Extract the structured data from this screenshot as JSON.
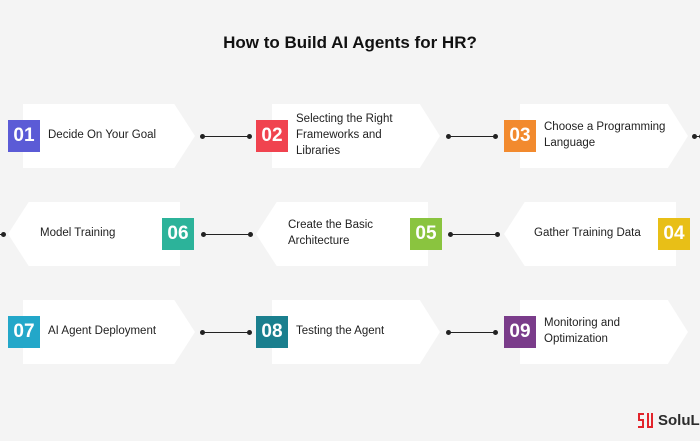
{
  "title": "How to Build AI Agents for HR?",
  "colors": {
    "step_01": "#5b5bd6",
    "step_02": "#f0434f",
    "step_03": "#f28a2e",
    "step_04": "#e8bf17",
    "step_05": "#8ac43f",
    "step_06": "#2cb39a",
    "step_07": "#23a7c9",
    "step_08": "#1a7f8e",
    "step_09": "#7a3c8a"
  },
  "steps": [
    {
      "number": "01",
      "label": "Decide On Your Goal"
    },
    {
      "number": "02",
      "label": "Selecting the Right Frameworks and Libraries"
    },
    {
      "number": "03",
      "label": "Choose a Programming Language"
    },
    {
      "number": "04",
      "label": "Gather Training Data"
    },
    {
      "number": "05",
      "label": "Create the Basic Architecture"
    },
    {
      "number": "06",
      "label": "Model Training"
    },
    {
      "number": "07",
      "label": "AI Agent Deployment"
    },
    {
      "number": "08",
      "label": "Testing the Agent"
    },
    {
      "number": "09",
      "label": "Monitoring and Optimization"
    }
  ],
  "logo": {
    "text": "SoluL",
    "icon": "solulab-logo-icon"
  }
}
